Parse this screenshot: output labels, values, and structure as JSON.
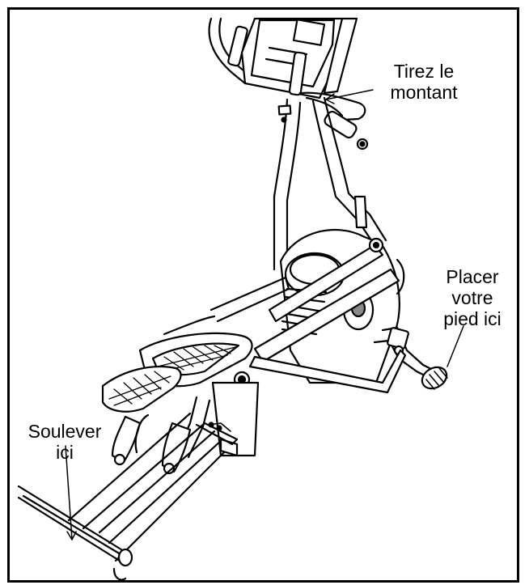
{
  "labels": {
    "pull_upright": [
      "Tirez le",
      "montant"
    ],
    "place_foot": [
      "Placer",
      "votre",
      "pied ici"
    ],
    "lift_here": [
      "Soulever",
      "ici"
    ]
  },
  "colors": {
    "ink": "#000000",
    "paper": "#ffffff",
    "shade": "#8a8a8a"
  }
}
